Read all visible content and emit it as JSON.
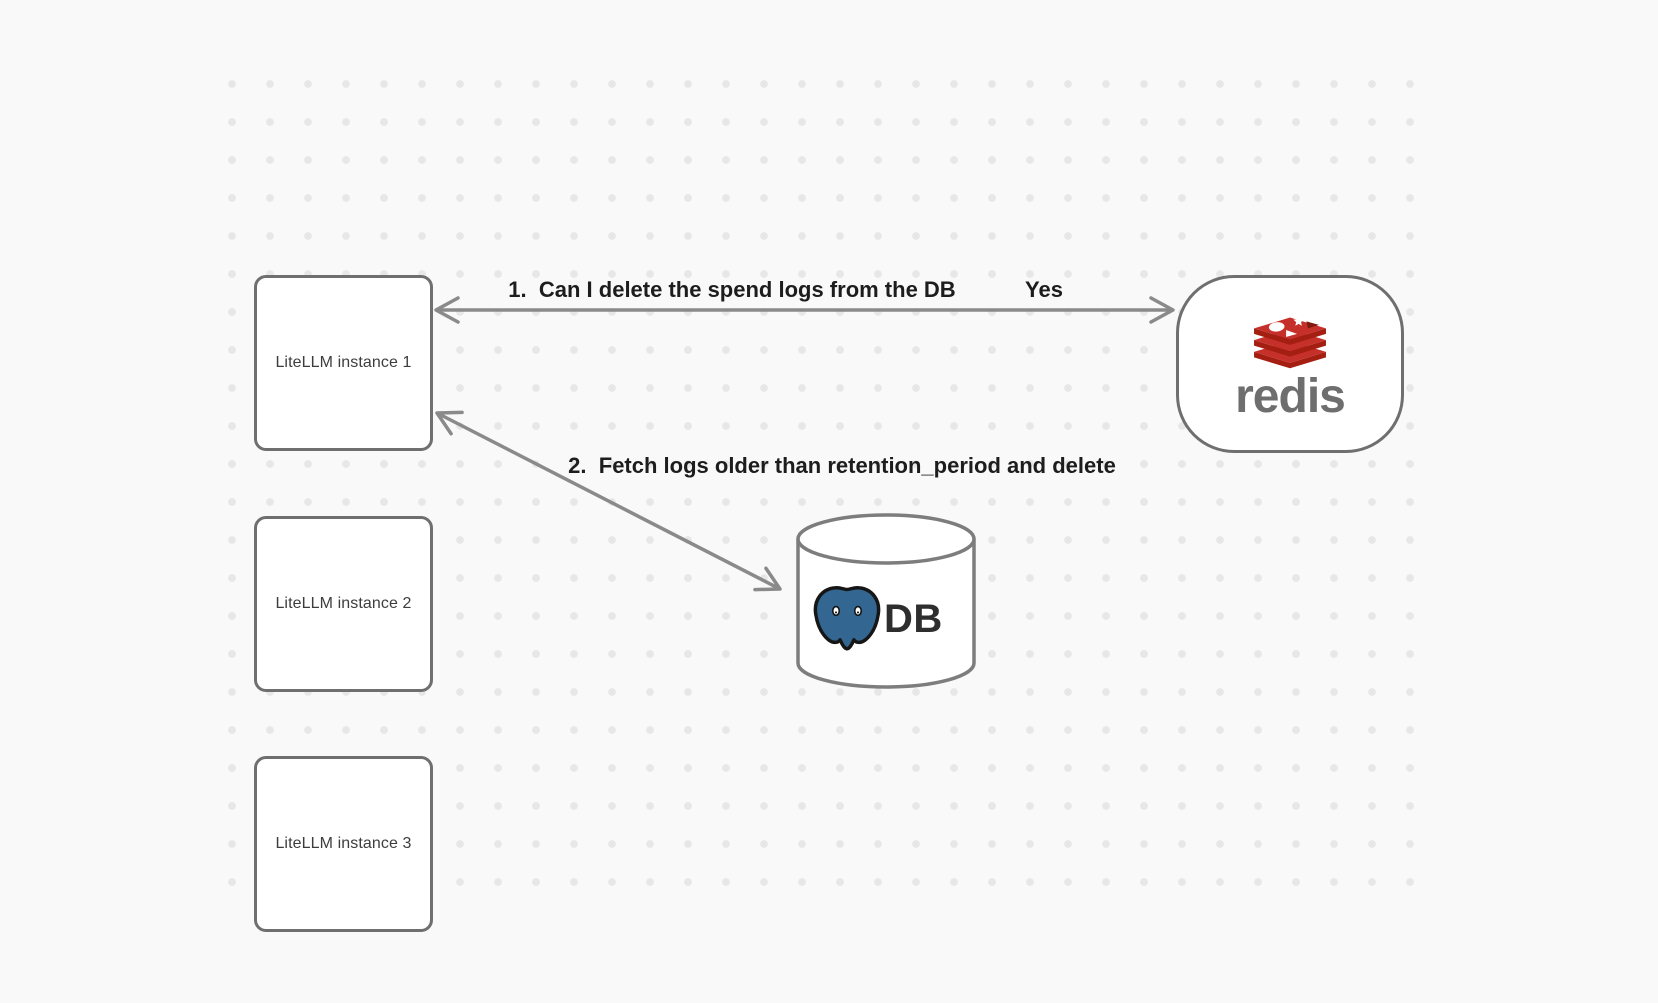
{
  "diagram": {
    "background_color": "#f9f9f9",
    "dot_grid_color": "#e7e7e7"
  },
  "nodes": {
    "instances": [
      {
        "label": "LiteLLM instance 1"
      },
      {
        "label": "LiteLLM instance 2"
      },
      {
        "label": "LiteLLM instance 3"
      }
    ],
    "redis": {
      "label": "redis"
    },
    "db": {
      "label": "DB"
    }
  },
  "edges": {
    "e1": {
      "label": "1.  Can I delete the spend logs from the DB",
      "answer": "Yes",
      "from": "LiteLLM instance 1",
      "to": "redis",
      "arrowheads": "both"
    },
    "e2": {
      "label": "2.  Fetch logs older than retention_period and delete",
      "from": "LiteLLM instance 1",
      "to": "DB",
      "arrowheads": "both"
    }
  },
  "colors": {
    "shape_border": "#6f6f6f",
    "arrow": "#8a8a8a",
    "edge_label_text": "#1d1d1d",
    "node_text": "#3d3d3d",
    "redis_red": "#C6302B",
    "redis_dark_red": "#A41E11",
    "redis_wordmark_gray": "#6e6e6e",
    "postgres_blue": "#336791",
    "db_text": "#2e2e2e"
  }
}
